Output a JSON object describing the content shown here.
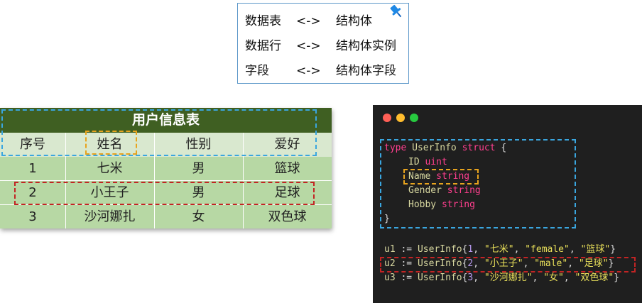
{
  "mapping": [
    {
      "left": "数据表",
      "arrow": "<->",
      "right": "结构体"
    },
    {
      "left": "数据行",
      "arrow": "<->",
      "right": "结构体实例"
    },
    {
      "left": "字段",
      "arrow": "<->",
      "right": "结构体字段"
    }
  ],
  "table": {
    "title": "用户信息表",
    "headers": [
      "序号",
      "姓名",
      "性别",
      "爱好"
    ],
    "rows": [
      [
        "1",
        "七米",
        "男",
        "篮球"
      ],
      [
        "2",
        "小王子",
        "男",
        "足球"
      ],
      [
        "3",
        "沙河娜扎",
        "女",
        "双色球"
      ]
    ]
  },
  "code": {
    "struct": {
      "kw_type": "type",
      "name": "UserInfo",
      "kw_struct": "struct",
      "open": "{",
      "close": "}",
      "fields": [
        {
          "name": "ID",
          "type": "uint"
        },
        {
          "name": "Name",
          "type": "string"
        },
        {
          "name": "Gender",
          "type": "string"
        },
        {
          "name": "Hobby",
          "type": "string"
        }
      ]
    },
    "instances": [
      {
        "var": "u1",
        "op": ":=",
        "type": "UserInfo",
        "num": "1",
        "a": "\"七米\"",
        "b": "\"female\"",
        "c": "\"篮球\""
      },
      {
        "var": "u2",
        "op": ":=",
        "type": "UserInfo",
        "num": "2",
        "a": "\"小王子\"",
        "b": "\"male\"",
        "c": "\"足球\""
      },
      {
        "var": "u3",
        "op": ":=",
        "type": "UserInfo",
        "num": "3",
        "a": "\"沙河娜扎\"",
        "b": "\"女\"",
        "c": "\"双色球\""
      }
    ]
  },
  "colors": {
    "highlight_table": "#3aa6df",
    "highlight_field": "#e8a41e",
    "highlight_row": "#c32424",
    "table_title_bg": "#3f5f22",
    "window_red": "#ff5f56",
    "window_yellow": "#ffbd2e",
    "window_green": "#27c93f"
  },
  "icons": {
    "pin": "pin-icon"
  }
}
